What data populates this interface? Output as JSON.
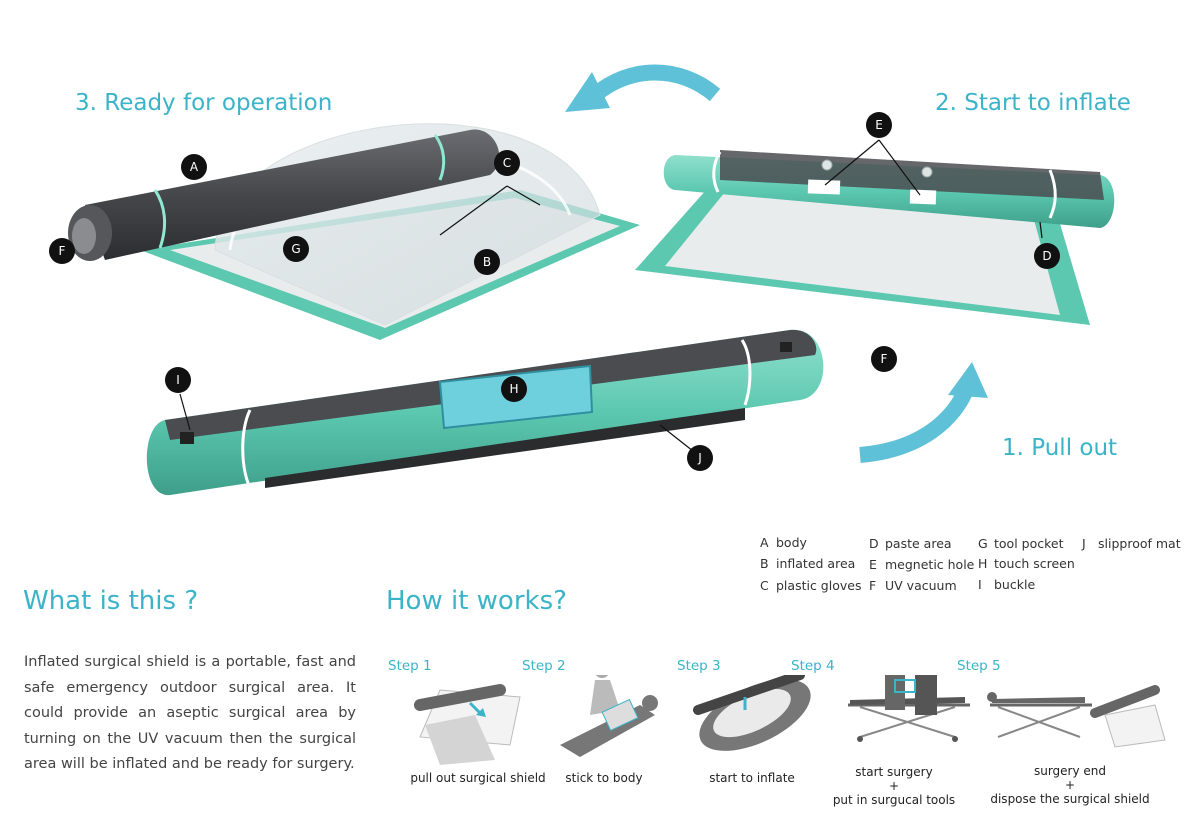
{
  "stages": {
    "ready": "3. Ready for operation",
    "inflate": "2. Start to inflate",
    "pull": "1. Pull out"
  },
  "markers": {
    "A": "A",
    "B": "B",
    "C": "C",
    "D": "D",
    "E": "E",
    "F1": "F",
    "F2": "F",
    "G": "G",
    "H": "H",
    "I": "I",
    "J": "J"
  },
  "legend": [
    {
      "key": "A",
      "label": "body"
    },
    {
      "key": "B",
      "label": "inflated area"
    },
    {
      "key": "C",
      "label": "plastic gloves"
    },
    {
      "key": "D",
      "label": "paste area"
    },
    {
      "key": "E",
      "label": "megnetic hole"
    },
    {
      "key": "F",
      "label": "UV vacuum"
    },
    {
      "key": "G",
      "label": "tool pocket"
    },
    {
      "key": "H",
      "label": "touch screen"
    },
    {
      "key": "I",
      "label": "buckle"
    },
    {
      "key": "J",
      "label": "slipproof mat"
    }
  ],
  "what": {
    "title": "What is this ?",
    "text": "Inflated surgical shield is a portable, fast and safe emergency outdoor surgical area. It could provide an aseptic surgical area by turning on the UV vacuum then the surgical area will be inflated and be ready for surgery."
  },
  "how": {
    "title": "How it works?",
    "steps": [
      {
        "label": "Step 1"
      },
      {
        "label": "Step 2"
      },
      {
        "label": "Step 3"
      },
      {
        "label": "Step 4"
      },
      {
        "label": "Step 5"
      }
    ],
    "captions": {
      "c1": "pull out surgical shield",
      "c2": "stick to body",
      "c3": "start to inflate",
      "c4a": "start surgery",
      "c4b": "+",
      "c4c": "put in surgucal tools",
      "c5a": "surgery end",
      "c5b": "+",
      "c5c": "dispose the surgical shield"
    }
  },
  "colors": {
    "accent": "#3bb3c8",
    "mint": "#5cc8b0",
    "dark_body": "#4a4c50"
  }
}
